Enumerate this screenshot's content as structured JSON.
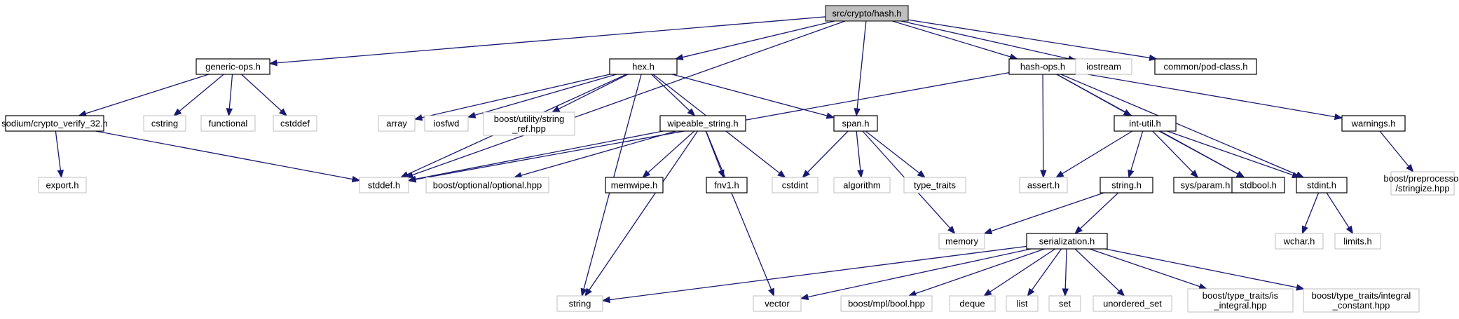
{
  "colors": {
    "edge": "#191970",
    "root_fill": "#bfbfbf",
    "doc_border": "#000000",
    "external_border": "#bfbfbf",
    "background": "#ffffff"
  },
  "nodes": [
    {
      "id": "root",
      "lines": [
        "src/crypto/hash.h"
      ],
      "kind": "root"
    },
    {
      "id": "generic_ops",
      "lines": [
        "generic-ops.h"
      ],
      "kind": "doc"
    },
    {
      "id": "hex",
      "lines": [
        "hex.h"
      ],
      "kind": "doc"
    },
    {
      "id": "hash_ops",
      "lines": [
        "hash-ops.h"
      ],
      "kind": "doc"
    },
    {
      "id": "iostream",
      "lines": [
        "iostream"
      ],
      "kind": "external"
    },
    {
      "id": "pod_class",
      "lines": [
        "common/pod-class.h"
      ],
      "kind": "doc"
    },
    {
      "id": "sodium",
      "lines": [
        "sodium/crypto_verify_32.h"
      ],
      "kind": "doc"
    },
    {
      "id": "cstring",
      "lines": [
        "cstring"
      ],
      "kind": "external"
    },
    {
      "id": "functional",
      "lines": [
        "functional"
      ],
      "kind": "external"
    },
    {
      "id": "cstddef",
      "lines": [
        "cstddef"
      ],
      "kind": "external"
    },
    {
      "id": "array",
      "lines": [
        "array"
      ],
      "kind": "external"
    },
    {
      "id": "iosfwd",
      "lines": [
        "iosfwd"
      ],
      "kind": "external"
    },
    {
      "id": "string_ref",
      "lines": [
        "boost/utility/string",
        "_ref.hpp"
      ],
      "kind": "external"
    },
    {
      "id": "wipeable",
      "lines": [
        "wipeable_string.h"
      ],
      "kind": "doc"
    },
    {
      "id": "span",
      "lines": [
        "span.h"
      ],
      "kind": "doc"
    },
    {
      "id": "int_util",
      "lines": [
        "int-util.h"
      ],
      "kind": "doc"
    },
    {
      "id": "warnings",
      "lines": [
        "warnings.h"
      ],
      "kind": "doc"
    },
    {
      "id": "export",
      "lines": [
        "export.h"
      ],
      "kind": "external"
    },
    {
      "id": "stddef",
      "lines": [
        "stddef.h"
      ],
      "kind": "external"
    },
    {
      "id": "optional",
      "lines": [
        "boost/optional/optional.hpp"
      ],
      "kind": "external"
    },
    {
      "id": "memwipe",
      "lines": [
        "memwipe.h"
      ],
      "kind": "doc"
    },
    {
      "id": "fnv1",
      "lines": [
        "fnv1.h"
      ],
      "kind": "doc"
    },
    {
      "id": "cstdint",
      "lines": [
        "cstdint"
      ],
      "kind": "external"
    },
    {
      "id": "algorithm",
      "lines": [
        "algorithm"
      ],
      "kind": "external"
    },
    {
      "id": "type_traits",
      "lines": [
        "type_traits"
      ],
      "kind": "external"
    },
    {
      "id": "assert",
      "lines": [
        "assert.h"
      ],
      "kind": "external"
    },
    {
      "id": "string_h",
      "lines": [
        "string.h"
      ],
      "kind": "doc"
    },
    {
      "id": "sys_param",
      "lines": [
        "sys/param.h"
      ],
      "kind": "doc"
    },
    {
      "id": "stdbool",
      "lines": [
        "stdbool.h"
      ],
      "kind": "doc"
    },
    {
      "id": "stdint",
      "lines": [
        "stdint.h"
      ],
      "kind": "doc"
    },
    {
      "id": "preprocessor",
      "lines": [
        "boost/preprocessor",
        "/stringize.hpp"
      ],
      "kind": "external"
    },
    {
      "id": "memory",
      "lines": [
        "memory"
      ],
      "kind": "external"
    },
    {
      "id": "wchar",
      "lines": [
        "wchar.h"
      ],
      "kind": "external"
    },
    {
      "id": "limits",
      "lines": [
        "limits.h"
      ],
      "kind": "external"
    },
    {
      "id": "serialization",
      "lines": [
        "serialization.h"
      ],
      "kind": "doc"
    },
    {
      "id": "string",
      "lines": [
        "string"
      ],
      "kind": "external"
    },
    {
      "id": "vector",
      "lines": [
        "vector"
      ],
      "kind": "external"
    },
    {
      "id": "mpl_bool",
      "lines": [
        "boost/mpl/bool.hpp"
      ],
      "kind": "external"
    },
    {
      "id": "deque",
      "lines": [
        "deque"
      ],
      "kind": "external"
    },
    {
      "id": "list",
      "lines": [
        "list"
      ],
      "kind": "external"
    },
    {
      "id": "set",
      "lines": [
        "set"
      ],
      "kind": "external"
    },
    {
      "id": "unordered_set",
      "lines": [
        "unordered_set"
      ],
      "kind": "external"
    },
    {
      "id": "is_integral",
      "lines": [
        "boost/type_traits/is",
        "_integral.hpp"
      ],
      "kind": "external"
    },
    {
      "id": "integral_constant",
      "lines": [
        "boost/type_traits/integral",
        "_constant.hpp"
      ],
      "kind": "external"
    }
  ],
  "edges": [
    [
      "root",
      "generic_ops"
    ],
    [
      "root",
      "hex"
    ],
    [
      "root",
      "hash_ops"
    ],
    [
      "root",
      "iostream"
    ],
    [
      "root",
      "pod_class"
    ],
    [
      "root",
      "span"
    ],
    [
      "root",
      "stddef"
    ],
    [
      "generic_ops",
      "sodium"
    ],
    [
      "generic_ops",
      "cstring"
    ],
    [
      "generic_ops",
      "functional"
    ],
    [
      "generic_ops",
      "cstddef"
    ],
    [
      "sodium",
      "export"
    ],
    [
      "sodium",
      "stddef"
    ],
    [
      "hex",
      "array"
    ],
    [
      "hex",
      "iosfwd"
    ],
    [
      "hex",
      "string_ref"
    ],
    [
      "hex",
      "wipeable"
    ],
    [
      "hex",
      "span"
    ],
    [
      "hex",
      "cstdint"
    ],
    [
      "hex",
      "stddef"
    ],
    [
      "hex",
      "string"
    ],
    [
      "wipeable",
      "stddef"
    ],
    [
      "wipeable",
      "optional"
    ],
    [
      "wipeable",
      "memwipe"
    ],
    [
      "wipeable",
      "fnv1"
    ],
    [
      "wipeable",
      "string"
    ],
    [
      "wipeable",
      "vector"
    ],
    [
      "span",
      "cstdint"
    ],
    [
      "span",
      "algorithm"
    ],
    [
      "span",
      "type_traits"
    ],
    [
      "span",
      "memory"
    ],
    [
      "hash_ops",
      "stddef"
    ],
    [
      "hash_ops",
      "assert"
    ],
    [
      "hash_ops",
      "int_util"
    ],
    [
      "hash_ops",
      "stdbool"
    ],
    [
      "hash_ops",
      "stdint"
    ],
    [
      "hash_ops",
      "warnings"
    ],
    [
      "int_util",
      "assert"
    ],
    [
      "int_util",
      "string_h"
    ],
    [
      "int_util",
      "sys_param"
    ],
    [
      "int_util",
      "stdbool"
    ],
    [
      "int_util",
      "stdint"
    ],
    [
      "warnings",
      "preprocessor"
    ],
    [
      "string_h",
      "memory"
    ],
    [
      "string_h",
      "serialization"
    ],
    [
      "stdint",
      "wchar"
    ],
    [
      "stdint",
      "limits"
    ],
    [
      "serialization",
      "string"
    ],
    [
      "serialization",
      "vector"
    ],
    [
      "serialization",
      "mpl_bool"
    ],
    [
      "serialization",
      "deque"
    ],
    [
      "serialization",
      "list"
    ],
    [
      "serialization",
      "set"
    ],
    [
      "serialization",
      "unordered_set"
    ],
    [
      "serialization",
      "is_integral"
    ],
    [
      "serialization",
      "integral_constant"
    ]
  ]
}
